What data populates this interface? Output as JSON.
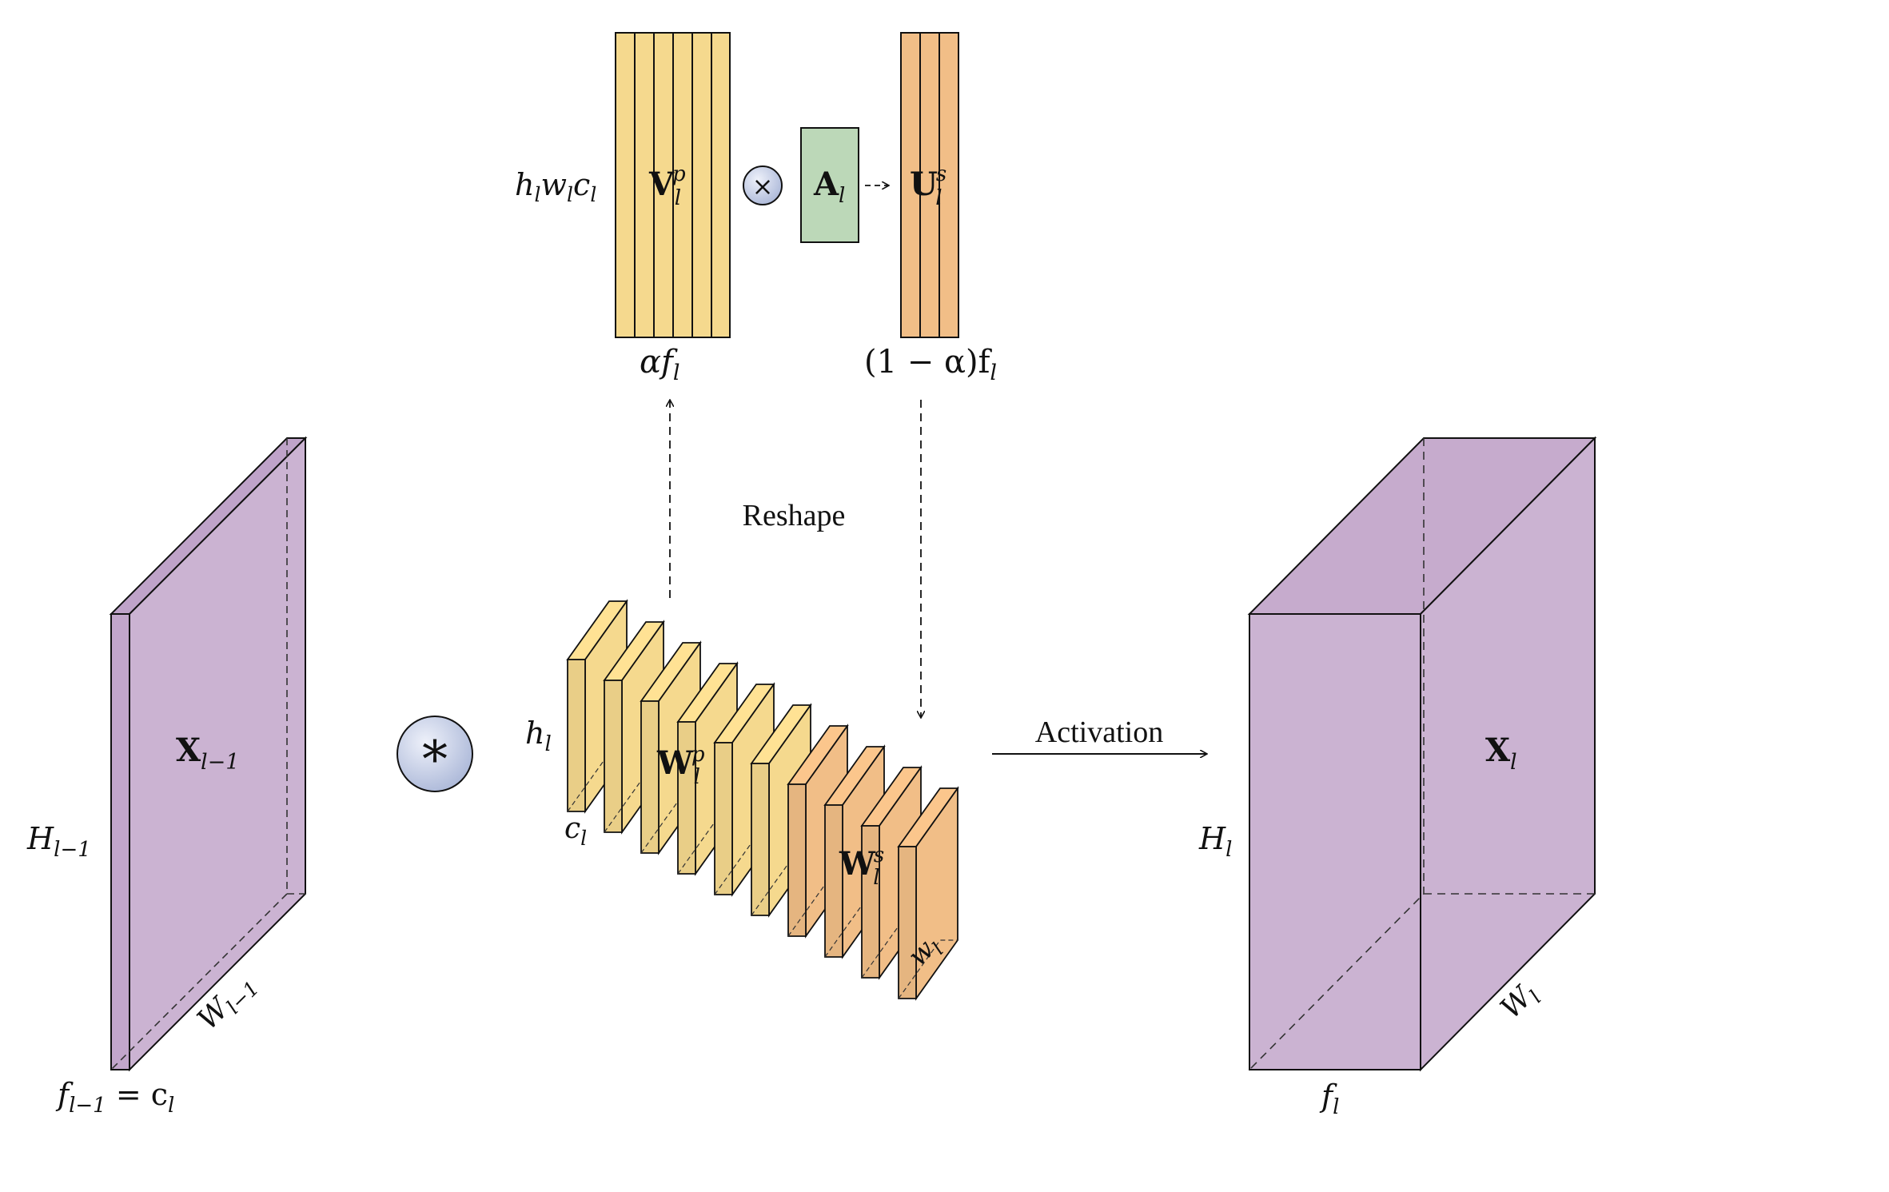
{
  "colors": {
    "purple": "#cbb3d2",
    "purple_dark": "#b99bc4",
    "yellow": "#f5d98e",
    "orange": "#f1be87",
    "green": "#bcd8b8",
    "ball": "#c3cde6",
    "stroke": "#111111"
  },
  "labels": {
    "h_w_c": "h_l w_l c_l",
    "V_main": "V",
    "V_sub": "l",
    "V_sup": "p",
    "times_symbol": "×",
    "A_main": "A",
    "A_sub": "l",
    "U_main": "U",
    "U_sub": "l",
    "U_sup": "s",
    "alpha_f": "αf",
    "alpha_f_sub": "l",
    "one_minus_alpha_f": "(1 − α)f",
    "one_minus_alpha_f_sub": "l",
    "reshape": "Reshape",
    "activation": "Activation",
    "X_prev_main": "X",
    "X_prev_sub": "l−1",
    "H_prev_main": "H",
    "H_prev_sub": "l−1",
    "W_prev_main": "W",
    "W_prev_sub": "l−1",
    "f_prev_eq": "f",
    "f_prev_eq_sub": "l−1",
    "f_prev_eq_rhs": " = c",
    "f_prev_eq_rhs_sub": "l",
    "conv_symbol": "*",
    "h_small": "h",
    "h_small_sub": "l",
    "c_small": "c",
    "c_small_sub": "l",
    "w_small": "w",
    "w_small_sub": "l",
    "Wp_main": "W",
    "Wp_sub": "l",
    "Wp_sup": "p",
    "Ws_main": "W",
    "Ws_sub": "l",
    "Ws_sup": "s",
    "X_out_main": "X",
    "X_out_sub": "l",
    "H_out_main": "H",
    "H_out_sub": "l",
    "W_out_main": "W",
    "W_out_sub": "l",
    "f_out": "f",
    "f_out_sub": "l"
  }
}
